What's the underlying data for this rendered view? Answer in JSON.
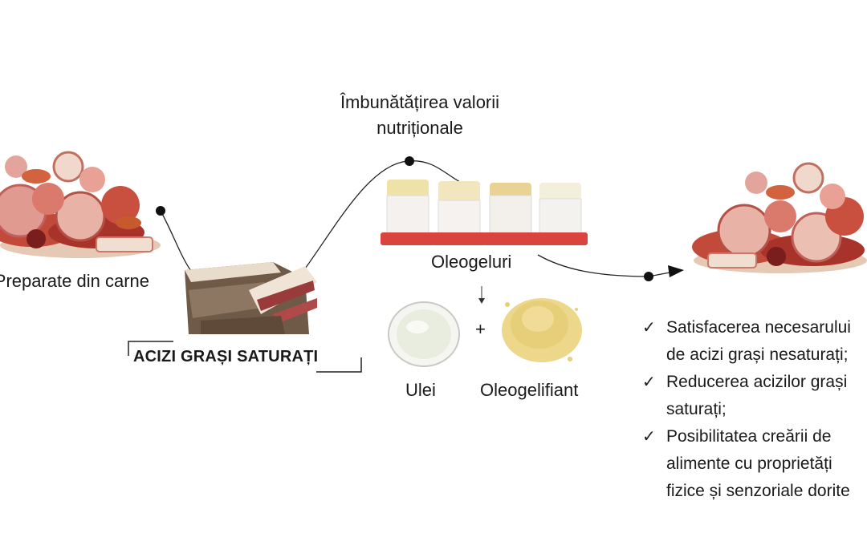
{
  "heading_line1": "Îmbunătățirea valorii",
  "heading_line2": "nutriționale",
  "meat_products_label": "Preparate din carne",
  "saturated_fat_label": "ACIZI GRAȘI SATURAȚI",
  "oleogels_label": "Oleogeluri",
  "plus_sign": "+",
  "oil_label": "Ulei",
  "oleogelator_label": "Oleogelifiant",
  "check_glyph": "✓",
  "benefits": [
    {
      "line1": "Satisfacerea necesarului",
      "line2": "de acizi grași nesaturați;"
    },
    {
      "line1": "Reducerea acizilor grași",
      "line2": "saturați;"
    },
    {
      "line1": "Posibilitatea creării de",
      "line2": "alimente cu proprietăți",
      "line3": "fizice și senzoriale dorite"
    }
  ],
  "colors": {
    "meat_red": "#b5372a",
    "sausage_pink": "#d98f86",
    "fat_cream": "#efe3cf",
    "jar_cap": "#d9453e",
    "oleogel_top": "#e8d9a0",
    "powder": "#e7cf7a",
    "oil": "#eef2e6",
    "line": "#222222"
  }
}
